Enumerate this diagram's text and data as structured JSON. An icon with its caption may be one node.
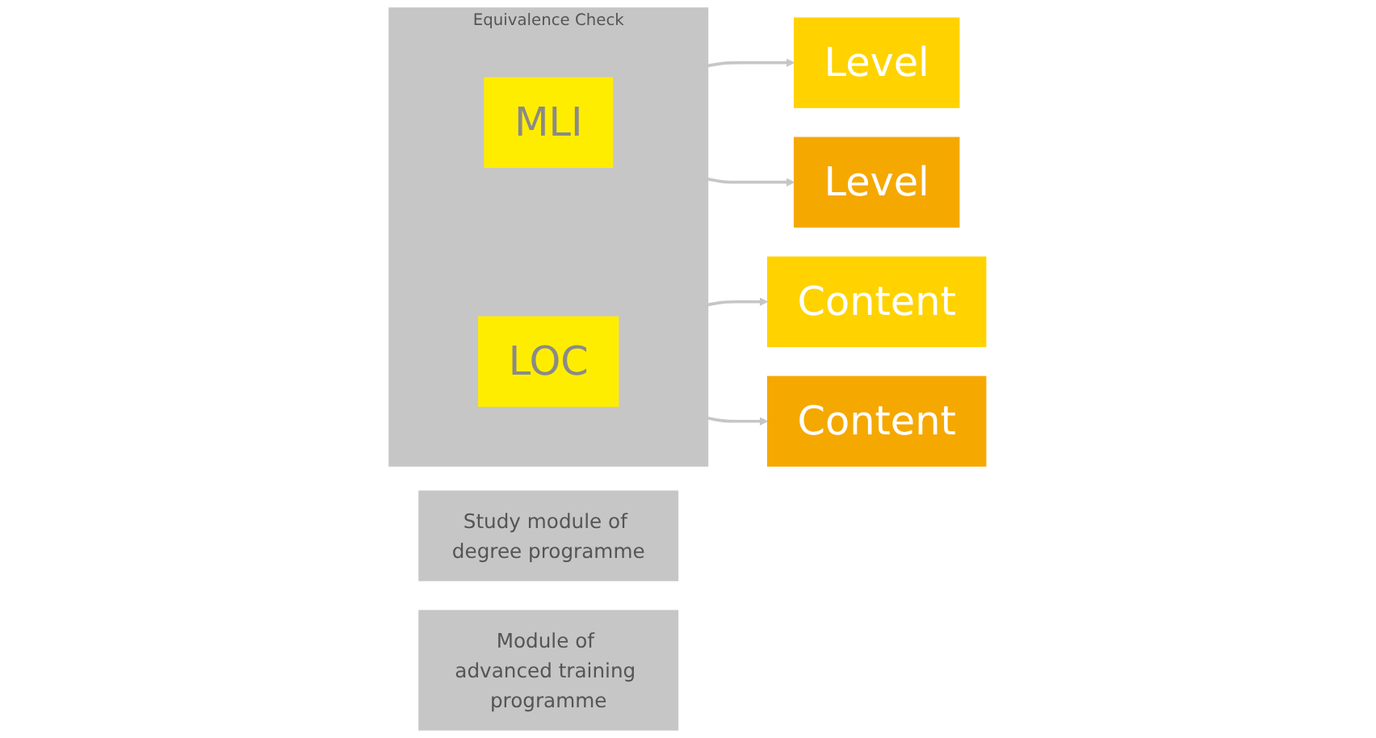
{
  "diagram": {
    "nodes": [
      {
        "text": [
          "Study module of degree programme"
        ]
      },
      {
        "text": [
          "Equivalence Check"
        ]
      },
      {
        "text": [
          "Module of advanced training programme"
        ]
      },
      {
        "text": [
          "Level"
        ]
      },
      {
        "text": [
          "MLI"
        ],
        "in": 1
      },
      {
        "text": [
          "Level"
        ]
      },
      {
        "text": [
          "Content"
        ]
      },
      {
        "text": [
          "LOC"
        ],
        "in": 1
      },
      {
        "text": [
          "Content"
        ]
      }
    ],
    "edges": [
      {
        "from": 4,
        "to": 3,
        "arrow": "to"
      },
      {
        "from": 4,
        "to": 5,
        "arrow": "to"
      },
      {
        "from": 7,
        "to": 6,
        "arrow": "to"
      },
      {
        "from": 7,
        "to": 8,
        "arrow": "to"
      }
    ]
  }
}
